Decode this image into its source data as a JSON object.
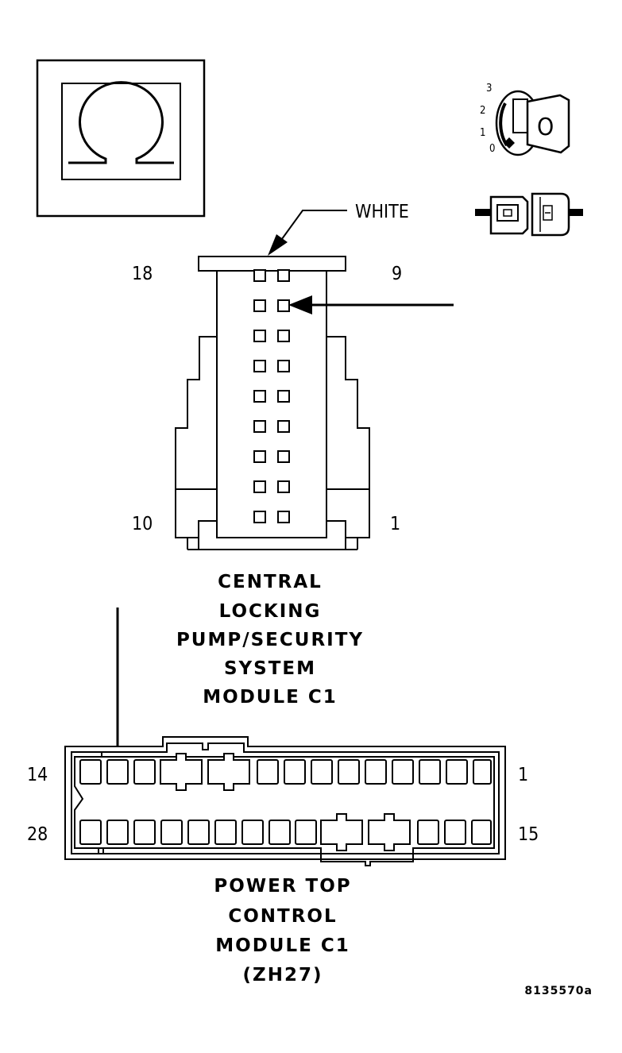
{
  "callout_color": "WHITE",
  "ignition_positions": [
    "3",
    "2",
    "1",
    "0"
  ],
  "ignition_key_label": "O",
  "upper_connector": {
    "pin_top_left": "18",
    "pin_top_right": "9",
    "pin_bottom_left": "10",
    "pin_bottom_right": "1",
    "caption": [
      "CENTRAL",
      "LOCKING",
      "PUMP/SECURITY",
      "SYSTEM",
      "MODULE C1"
    ]
  },
  "lower_connector": {
    "pin_top_left": "14",
    "pin_top_right": "1",
    "pin_bottom_left": "28",
    "pin_bottom_right": "15",
    "caption": [
      "POWER TOP",
      "CONTROL",
      "MODULE C1",
      "(ZH27)"
    ]
  },
  "figure_id": "8135570a",
  "colors": {
    "ink": "#000000",
    "paper": "#ffffff"
  }
}
